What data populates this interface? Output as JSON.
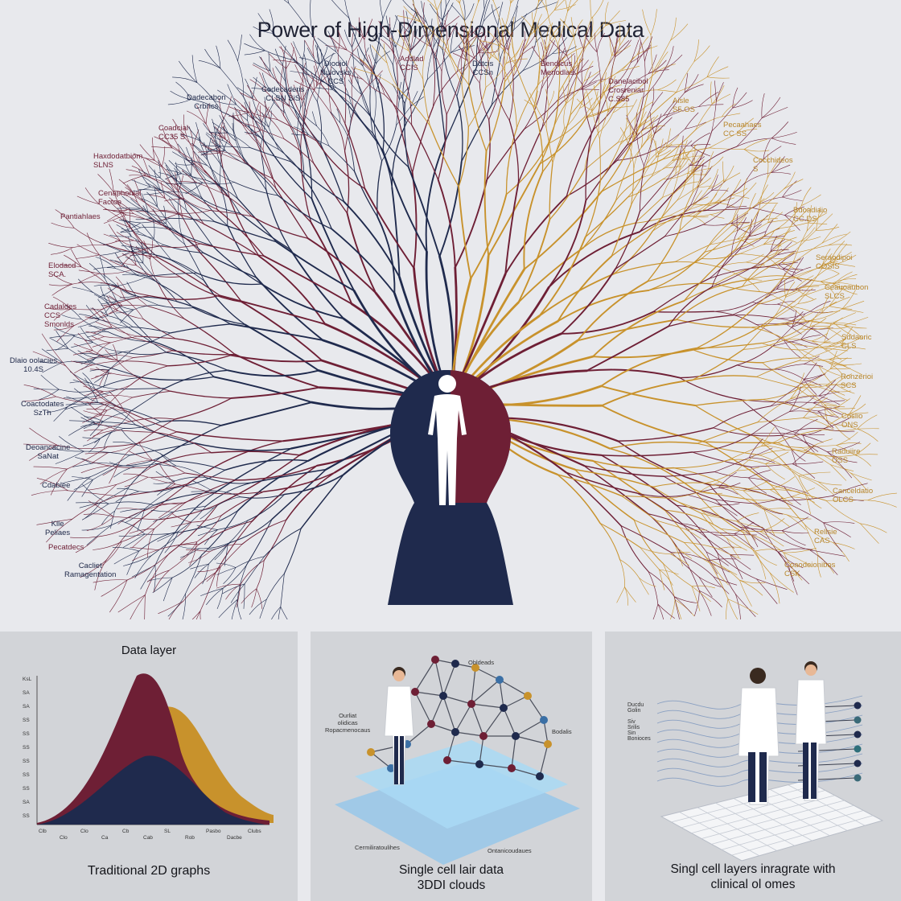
{
  "title": "Power of High-Dimensional Medical Data",
  "tree_labels_top": [
    "Diodiol\nNulovsks\nCCS",
    "Addlad\nCCIS",
    "Ddtcis\nCCSn",
    "Bendlcus\nMenodlas"
  ],
  "tree_labels_left": [
    "Codecaderis\nCLSN SiS",
    "Dadecabon\nCrbrics",
    "Coadcial\nCC35 S",
    "Haxdodatbiom\nSLNS",
    "Cenaphonial\nFactoe",
    "Pantiahlaes",
    "Elodacd\nSCA.",
    "Cadaldes\nCCS\nSmonlds",
    "Dlaio oolacies\n10.4S",
    "Coactodates\nSzTh",
    "Deoancacine\nSaNat",
    "Cdabiee",
    "Klle\nPeliaes",
    "Pecatdecs",
    "Cacliet\nRamagentation"
  ],
  "tree_labels_right": [
    "Danelacibol\nCrosreniar\nC.S85",
    "Aisle\nS5.OS",
    "Pecaahaes\nCC SS",
    "Cocchideos\nS",
    "Bdoadiaio\nCC.DS",
    "Seraodipoi\nCOSIS",
    "Ceauoaubon\nSLCS",
    "Sddaoric\nCLS",
    "Ronzerioi\nSCS",
    "Coslio\nONS",
    "Raduiire\nOSS",
    "Canceldatio\nOLCS",
    "Rellsie\nCAS",
    "Coaodeionibos\nCSK"
  ],
  "panels": [
    {
      "title": "Data layer",
      "caption": "Traditional 2D graphs",
      "y_ticks": [
        "KsL",
        "SA",
        "SA",
        "SS",
        "SS",
        "SS",
        "SS",
        "SS",
        "SS",
        "SA",
        "SS"
      ],
      "x_ticks": [
        "Clb",
        "Clo",
        "Clo",
        "Ca",
        "Cb",
        "Cab",
        "SL",
        "Rob",
        "Pasbo",
        "Dacbe",
        "Clubs"
      ]
    },
    {
      "caption_line1": "Single cell lair data",
      "caption_line2": "3DDI clouds",
      "labels": [
        "Obldeads",
        "Ourliat\nolidicas\nRopacmenocaus",
        "Bodalis",
        "Cermiliratoulihes",
        "Ontanicoudaues"
      ]
    },
    {
      "caption_line1": "Singl cell layers inragrate with",
      "caption_line2": "clinical ol  omes",
      "labels": [
        "Ducdu\nGolin\n\nSiv\nSrilis\nSin\nBonioces"
      ]
    }
  ],
  "colors": {
    "navy": "#1f2a4d",
    "maroon": "#6e1f35",
    "gold": "#c8922c",
    "background": "#e8e9ed",
    "panel": "#d2d4d8"
  }
}
